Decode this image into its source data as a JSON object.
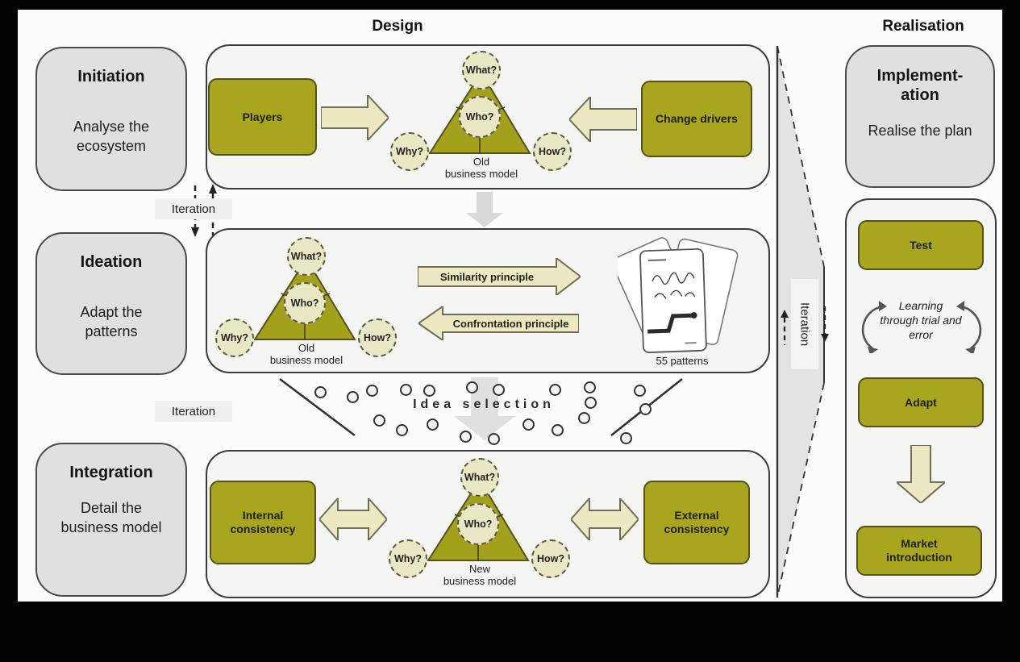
{
  "titles": {
    "design": "Design",
    "realisation": "Realisation"
  },
  "phases": [
    {
      "title": "Initiation",
      "subtitle": "Analyse the ecosystem"
    },
    {
      "title": "Ideation",
      "subtitle": "Adapt the patterns"
    },
    {
      "title": "Integration",
      "subtitle": "Detail the business model"
    }
  ],
  "iteration": {
    "label": "Iteration",
    "vertical_label": "Iteration"
  },
  "triangle": {
    "what": "What?",
    "who": "Who?",
    "why": "Why?",
    "how": "How?"
  },
  "rows": {
    "initiation": {
      "players": "Players",
      "change_drivers": "Change drivers",
      "caption": "Old\nbusiness model"
    },
    "ideation": {
      "similarity": "Similarity principle",
      "confrontation": "Confrontation principle",
      "patterns_caption": "55 patterns",
      "caption": "Old\nbusiness model"
    },
    "integration": {
      "internal": "Internal\nconsistency",
      "external": "External\nconsistency",
      "caption": "New\nbusiness model"
    }
  },
  "idea_selection": {
    "label": "Idea selection"
  },
  "realisation": {
    "implementation_title": "Implement-\nation",
    "implementation_subtitle": "Realise the plan",
    "learning": "Learning\nthrough trial and\nerror",
    "steps": {
      "test": "Test",
      "adapt": "Adapt",
      "market": "Market\nintroduction"
    }
  },
  "colors": {
    "olive": "#a9a51f",
    "cream": "#ebe8c2",
    "phase_gray": "#e0e0de",
    "panel_light": "#f5f5f3",
    "funnel_gray": "#e3e3e1",
    "frame_black": "#030303"
  }
}
